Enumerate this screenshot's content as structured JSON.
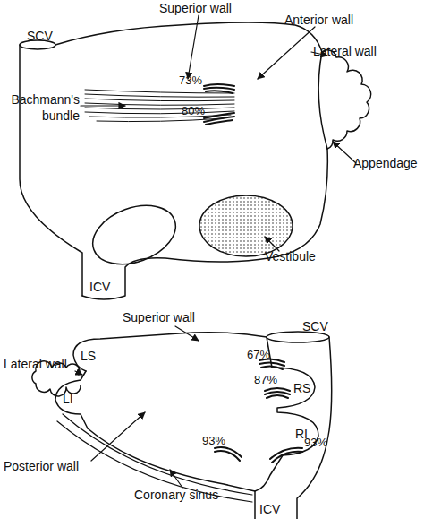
{
  "diagram": {
    "labels": [
      "Superior wall",
      "Anterior wall",
      "SCV",
      "Lateral wall",
      "73%",
      "Bachmann's bundle",
      "Appendage",
      "80%",
      "Vestibule",
      "ICV",
      "Superior wall",
      "SCV",
      "LS",
      "67%",
      "RS",
      "Lateral wall",
      "LI",
      "87%",
      "RI",
      "Posterior wall",
      "93%",
      "93%",
      "Coronary sinus",
      "ICV"
    ]
  }
}
